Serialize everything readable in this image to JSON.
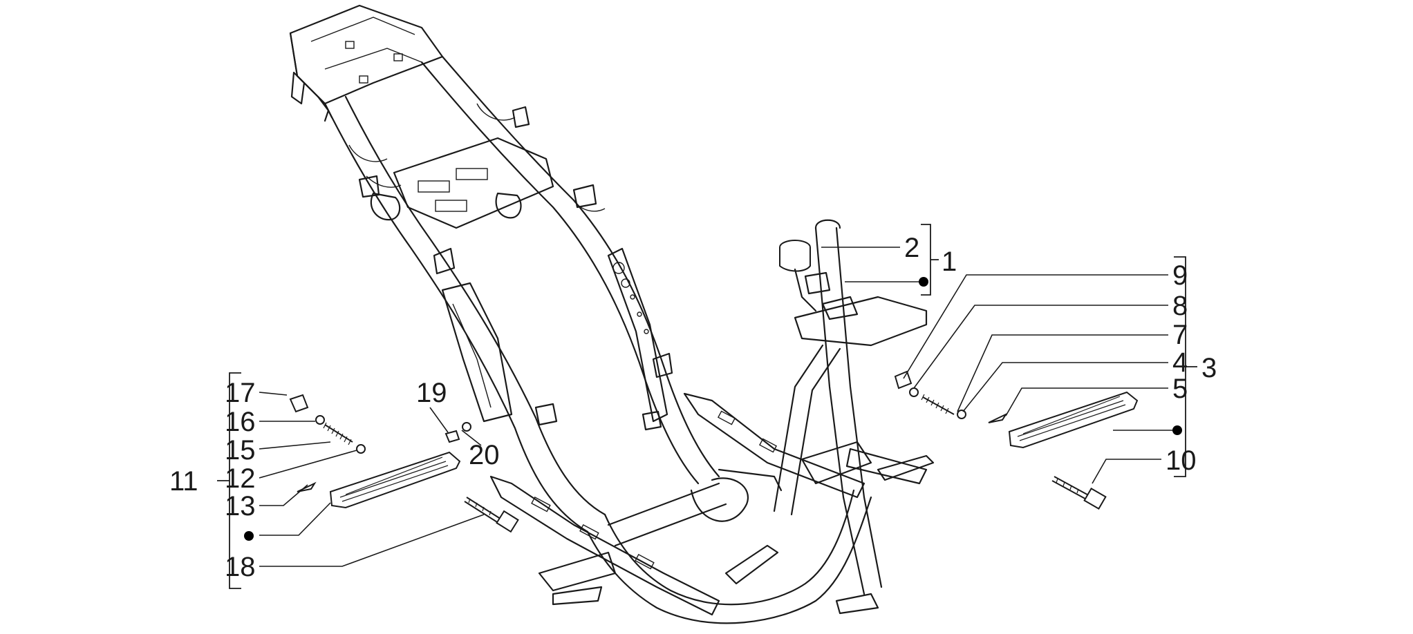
{
  "callouts": {
    "n1": "1",
    "n2": "2",
    "n3": "3",
    "n4": "4",
    "n5": "5",
    "n7": "7",
    "n8": "8",
    "n9": "9",
    "n10": "10",
    "n11": "11",
    "n12": "12",
    "n13": "13",
    "n15": "15",
    "n16": "16",
    "n17": "17",
    "n18": "18",
    "n19": "19",
    "n20": "20"
  },
  "colors": {
    "line": "#1a1a1a",
    "background": "#ffffff"
  }
}
